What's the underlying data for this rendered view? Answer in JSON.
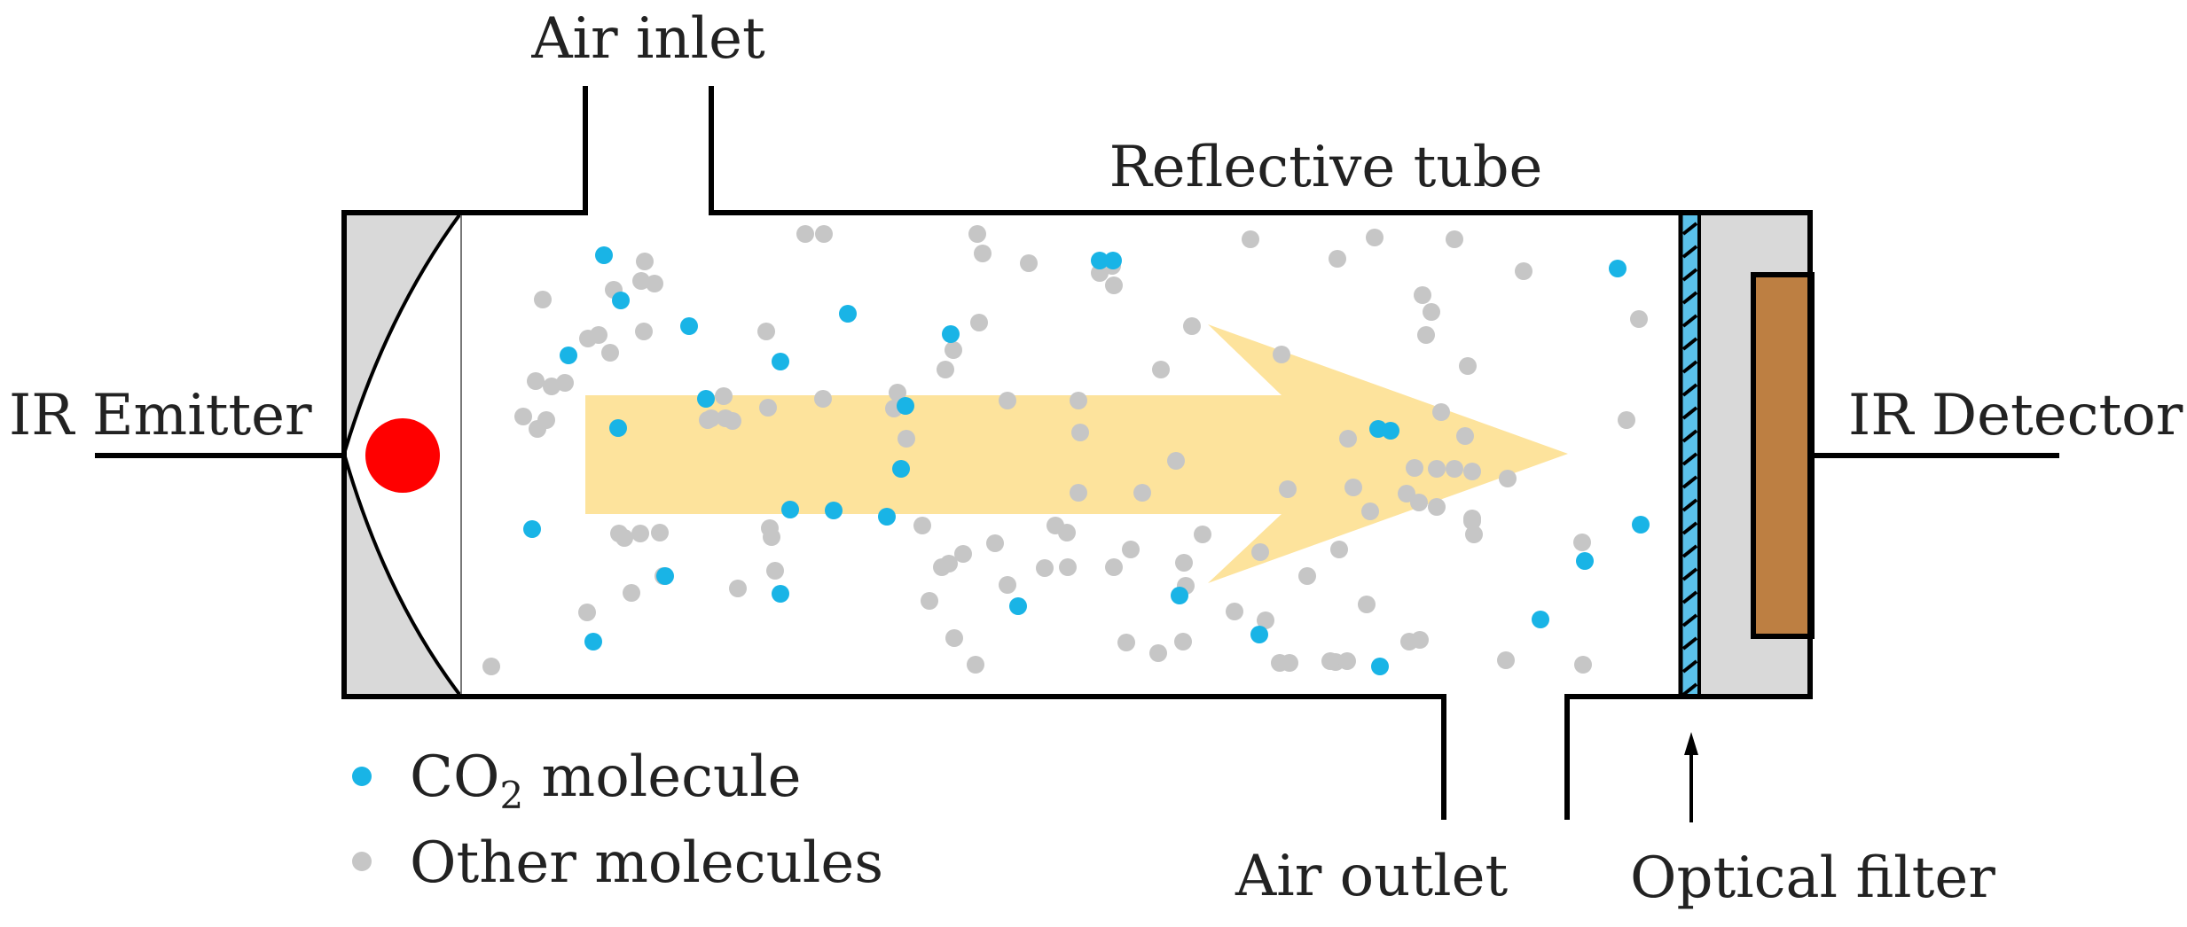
{
  "labels": {
    "air_inlet": "Air inlet",
    "reflective_tube": "Reflective tube",
    "ir_emitter": "IR Emitter",
    "ir_detector": "IR Detector",
    "air_outlet": "Air outlet",
    "optical_filter": "Optical filter"
  },
  "legend": {
    "co2_prefix": "CO",
    "co2_subscript": "2",
    "co2_suffix": " molecule",
    "other": "Other molecules"
  },
  "colors": {
    "co2": "#19b4e6",
    "other": "#c6c6c6",
    "emitter": "#ff0000",
    "beam": "#fde39c",
    "housing": "#d9d9d9",
    "detector": "#bd7f42",
    "filter": "#5bc1ea",
    "outline": "#000000"
  },
  "icons": {
    "emitter": "red-dot-icon",
    "reflector": "parabolic-reflector-icon",
    "detector": "detector-element-icon",
    "filter": "hatched-filter-icon",
    "arrow": "up-arrow-icon",
    "beam": "ir-beam-arrow-icon"
  }
}
